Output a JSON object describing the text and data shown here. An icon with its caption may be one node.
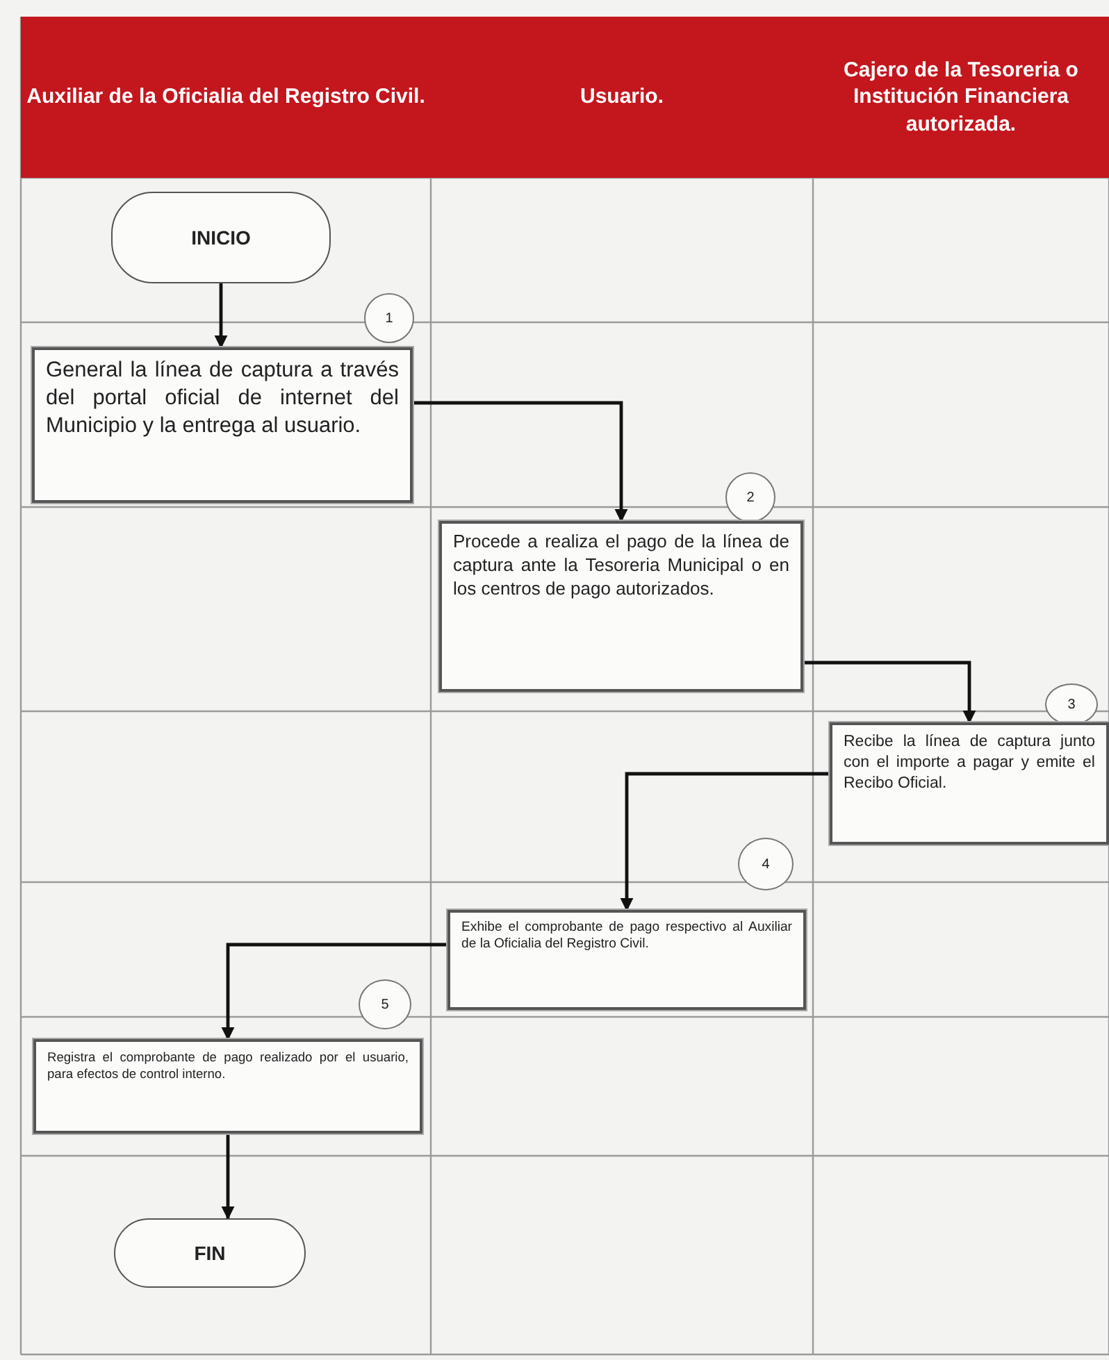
{
  "diagram": {
    "nodes": [
      {
        "text": [
          "Auxiliar de la Oficialia del Registro Civil."
        ]
      },
      {
        "text": [
          "Usuario."
        ]
      },
      {
        "text": [
          "Cajero de la Tesoreria o Institución Financiera autorizada."
        ]
      },
      {
        "text": [
          "INICIO"
        ]
      },
      {
        "text": [
          "1"
        ]
      },
      {
        "text": [
          "General la línea de captura a través del portal oficial de internet del Municipio y la entrega al usuario."
        ]
      },
      {
        "text": [
          "2"
        ]
      },
      {
        "text": [
          "Procede a realiza el pago de la línea de captura ante la Tesoreria Municipal o en los centros de pago autorizados."
        ]
      },
      {
        "text": [
          "3"
        ]
      },
      {
        "text": [
          "Recibe la línea de captura junto con el importe a pagar y emite el Recibo Oficial."
        ]
      },
      {
        "text": [
          "4"
        ]
      },
      {
        "text": [
          "Exhibe el comprobante de pago respectivo al Auxiliar de la Oficialia del Registro Civil."
        ]
      },
      {
        "text": [
          "5"
        ]
      },
      {
        "text": [
          "Registra el comprobante de pago realizado por el usuario, para efectos de control interno."
        ]
      },
      {
        "text": [
          "FIN"
        ]
      }
    ],
    "edges": [
      {
        "from": 3,
        "to": 5,
        "arrow": "to"
      },
      {
        "from": 5,
        "to": 7,
        "arrow": "to"
      },
      {
        "from": 7,
        "to": 9,
        "arrow": "to"
      },
      {
        "from": 9,
        "to": 11,
        "arrow": "to"
      },
      {
        "from": 11,
        "to": 13,
        "arrow": "to"
      },
      {
        "from": 13,
        "to": 14,
        "arrow": "to"
      }
    ]
  }
}
